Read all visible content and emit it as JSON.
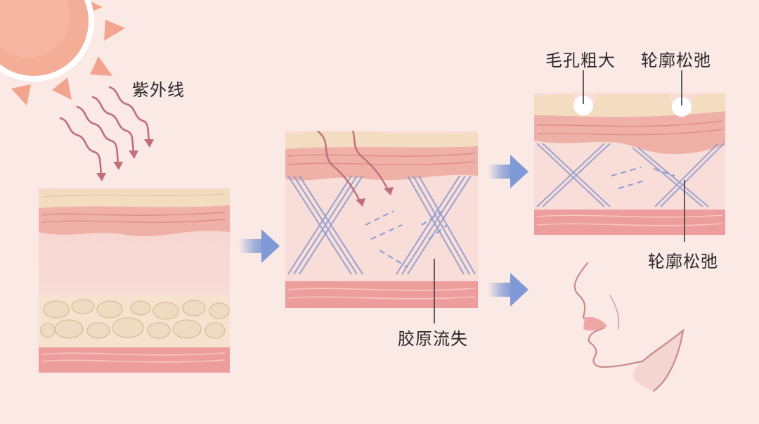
{
  "labels": {
    "uv": "紫外线",
    "collagen_loss": "胶原流失",
    "enlarged_pores": "毛孔粗大",
    "sagging_top": "轮廓松弛",
    "sagging_side": "轮廓松弛"
  },
  "colors": {
    "background": "#fbe9e5",
    "sun": "#f2a48f",
    "epidermis": "#f3dcc0",
    "dermis_upper": "#efb0a8",
    "dermis": "#f8d7d2",
    "fat": "#eddcc2",
    "muscle": "#ee9d9d",
    "collagen": "#8c9cd0",
    "arrow": "#7f9ad6",
    "uv_ray": "#c06f7b"
  },
  "icons": [
    "sun-icon",
    "uv-ray-icon",
    "arrow-right-icon",
    "face-profile-icon"
  ]
}
